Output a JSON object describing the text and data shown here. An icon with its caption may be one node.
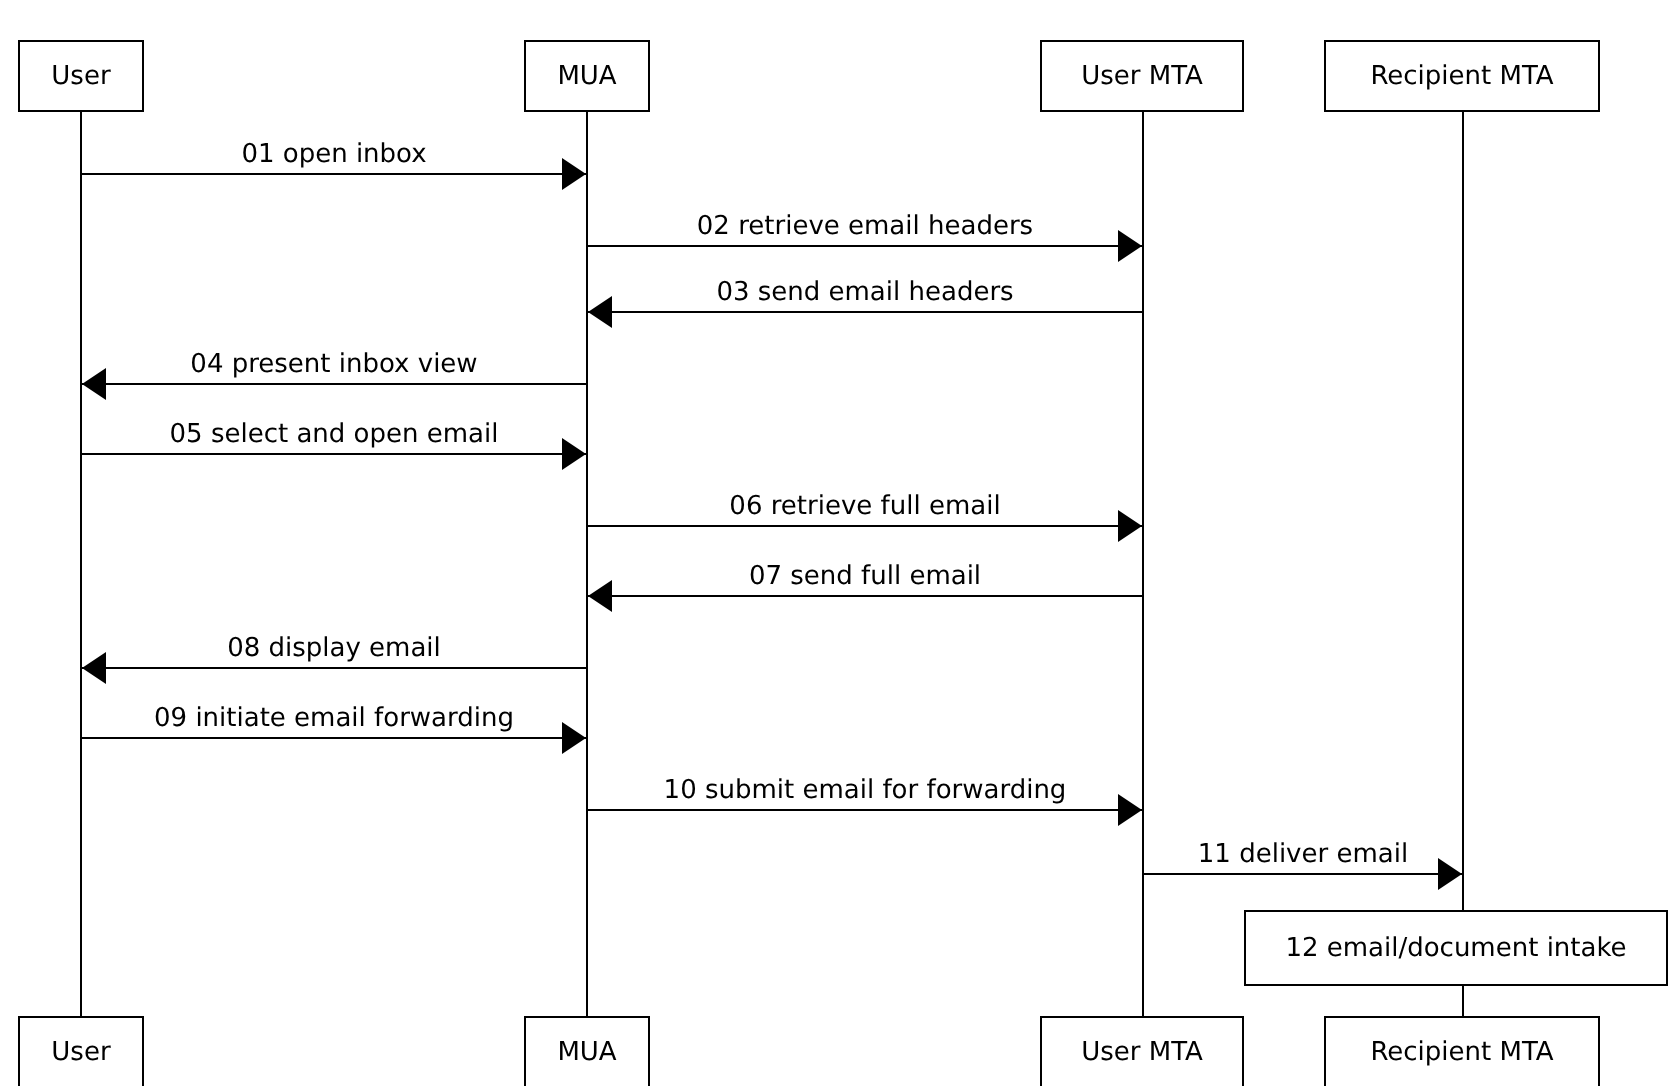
{
  "diagram": {
    "nodes": [
      {
        "text": [
          "User"
        ]
      },
      {
        "text": [
          "MUA"
        ]
      },
      {
        "text": [
          "User MTA"
        ]
      },
      {
        "text": [
          "Recipient MTA"
        ]
      },
      {
        "text": [],
        "shape": "line"
      },
      {
        "text": [],
        "shape": "line"
      },
      {
        "text": [],
        "shape": "line"
      },
      {
        "text": [],
        "shape": "line"
      },
      {
        "text": [
          "12 email/document intake"
        ]
      },
      {
        "text": [
          "User"
        ]
      },
      {
        "text": [
          "MUA"
        ]
      },
      {
        "text": [
          "User MTA"
        ]
      },
      {
        "text": [
          "Recipient MTA"
        ]
      }
    ],
    "edges": [
      {
        "from": 4,
        "to": 5,
        "arrow": "to",
        "label": "01 open inbox"
      },
      {
        "from": 5,
        "to": 6,
        "arrow": "to",
        "label": "02 retrieve email headers"
      },
      {
        "from": 6,
        "to": 5,
        "arrow": "to",
        "label": "03 send email headers"
      },
      {
        "from": 5,
        "to": 4,
        "arrow": "to",
        "label": "04 present inbox view"
      },
      {
        "from": 4,
        "to": 5,
        "arrow": "to",
        "label": "05 select and open email"
      },
      {
        "from": 5,
        "to": 6,
        "arrow": "to",
        "label": "06 retrieve full email"
      },
      {
        "from": 6,
        "to": 5,
        "arrow": "to",
        "label": "07 send full email"
      },
      {
        "from": 5,
        "to": 4,
        "arrow": "to",
        "label": "08 display email"
      },
      {
        "from": 4,
        "to": 5,
        "arrow": "to",
        "label": "09 initiate email forwarding"
      },
      {
        "from": 5,
        "to": 6,
        "arrow": "to",
        "label": "10 submit email for forwarding"
      },
      {
        "from": 6,
        "to": 7,
        "arrow": "to",
        "label": "11 deliver email"
      }
    ]
  }
}
